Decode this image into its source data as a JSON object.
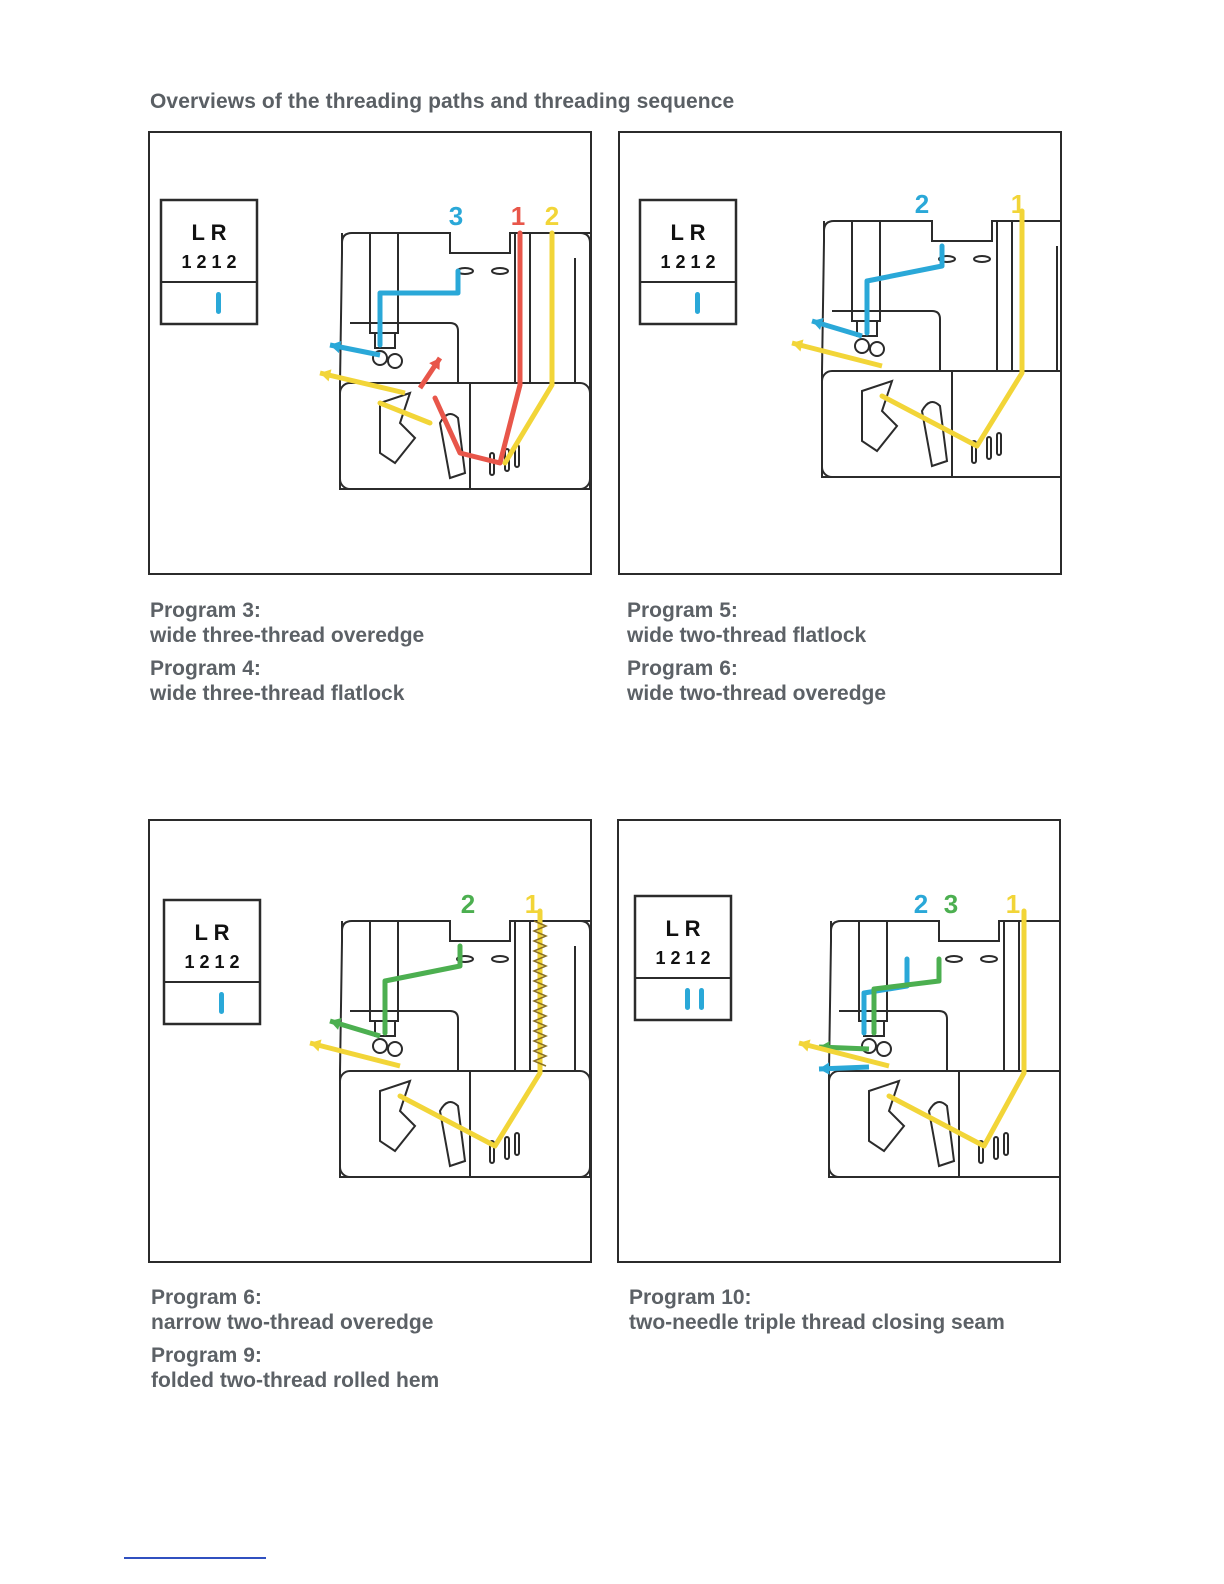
{
  "page": {
    "title": "Overviews of the threading paths and threading sequence"
  },
  "colors": {
    "blue": "#2aa8d8",
    "red": "#e8564a",
    "yellow": "#f2d538",
    "green": "#4caf50",
    "outline": "#2b2b2b"
  },
  "legend": {
    "header": "L  R",
    "positions": "1 2 1 2"
  },
  "panels": [
    {
      "thread_numbers": [
        {
          "text": "3",
          "color": "blue"
        },
        {
          "text": "1",
          "color": "red"
        },
        {
          "text": "2",
          "color": "yellow"
        }
      ],
      "needles": [
        "blue"
      ]
    },
    {
      "thread_numbers": [
        {
          "text": "2",
          "color": "blue"
        },
        {
          "text": "1",
          "color": "yellow"
        }
      ],
      "needles": [
        "blue"
      ]
    },
    {
      "thread_numbers": [
        {
          "text": "2",
          "color": "green"
        },
        {
          "text": "1",
          "color": "yellow"
        }
      ],
      "needles": [
        "blue"
      ]
    },
    {
      "thread_numbers": [
        {
          "text": "2",
          "color": "blue"
        },
        {
          "text": "3",
          "color": "green"
        },
        {
          "text": "1",
          "color": "yellow"
        }
      ],
      "needles": [
        "blue",
        "blue"
      ]
    }
  ],
  "captions": [
    [
      {
        "program": "Program 3:",
        "desc": "wide three-thread overedge"
      },
      {
        "program": "Program 4:",
        "desc": "wide three-thread flatlock"
      }
    ],
    [
      {
        "program": "Program 5:",
        "desc": "wide two-thread flatlock"
      },
      {
        "program": "Program 6:",
        "desc": "wide two-thread overedge"
      }
    ],
    [
      {
        "program": "Program 6:",
        "desc": "narrow two-thread overedge"
      },
      {
        "program": "Program 9:",
        "desc": "folded two-thread rolled hem"
      }
    ],
    [
      {
        "program": "Program 10:",
        "desc": "two-needle triple thread closing seam"
      }
    ]
  ]
}
